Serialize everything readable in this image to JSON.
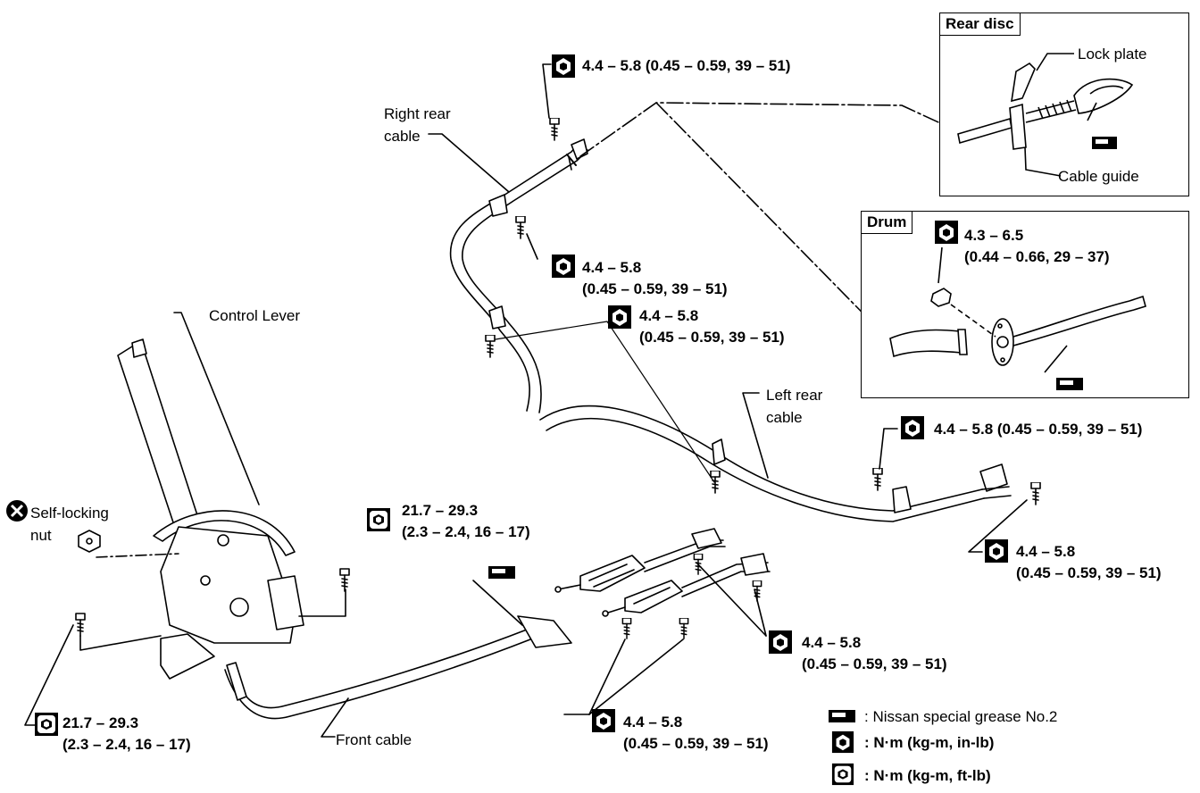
{
  "labels": {
    "right_rear_cable": [
      "Right rear",
      "cable"
    ],
    "control_lever": "Control Lever",
    "self_locking_nut": [
      "Self-locking",
      "nut"
    ],
    "left_rear_cable": [
      "Left rear",
      "cable"
    ],
    "front_cable": "Front cable",
    "lock_plate": "Lock plate",
    "cable_guide": "Cable guide"
  },
  "insets": {
    "rear_disc": "Rear disc",
    "drum": "Drum"
  },
  "torques": {
    "t1": [
      "4.4 – 5.8 (0.45 – 0.59, 39 – 51)"
    ],
    "t2": [
      "4.4 – 5.8",
      "(0.45 – 0.59, 39 – 51)"
    ],
    "t3": [
      "4.4 – 5.8",
      "(0.45 – 0.59, 39 – 51)"
    ],
    "t4": [
      "4.3 – 6.5",
      "(0.44 – 0.66, 29 – 37)"
    ],
    "t5": [
      "4.4 – 5.8 (0.45 – 0.59, 39 – 51)"
    ],
    "t6": [
      "4.4 – 5.8",
      "(0.45 – 0.59, 39 – 51)"
    ],
    "t7": [
      "21.7 – 29.3",
      "(2.3 – 2.4, 16 – 17)"
    ],
    "t8": [
      "4.4 – 5.8",
      "(0.45 – 0.59, 39 – 51)"
    ],
    "t9": [
      "4.4 – 5.8",
      "(0.45 – 0.59, 39 – 51)"
    ],
    "t10": [
      "21.7 – 29.3",
      "(2.3 – 2.4, 16 – 17)"
    ]
  },
  "legend": {
    "grease": ": Nissan special grease No.2",
    "nm_inlb": ": N·m (kg-m, in-lb)",
    "nm_ftlb": ": N·m (kg-m, ft-lb)"
  },
  "icons": {
    "inlb": "torque-in-lb-icon",
    "ftlb": "torque-ft-lb-icon",
    "grease": "grease-icon",
    "self_locking": "self-locking-nut-icon"
  }
}
